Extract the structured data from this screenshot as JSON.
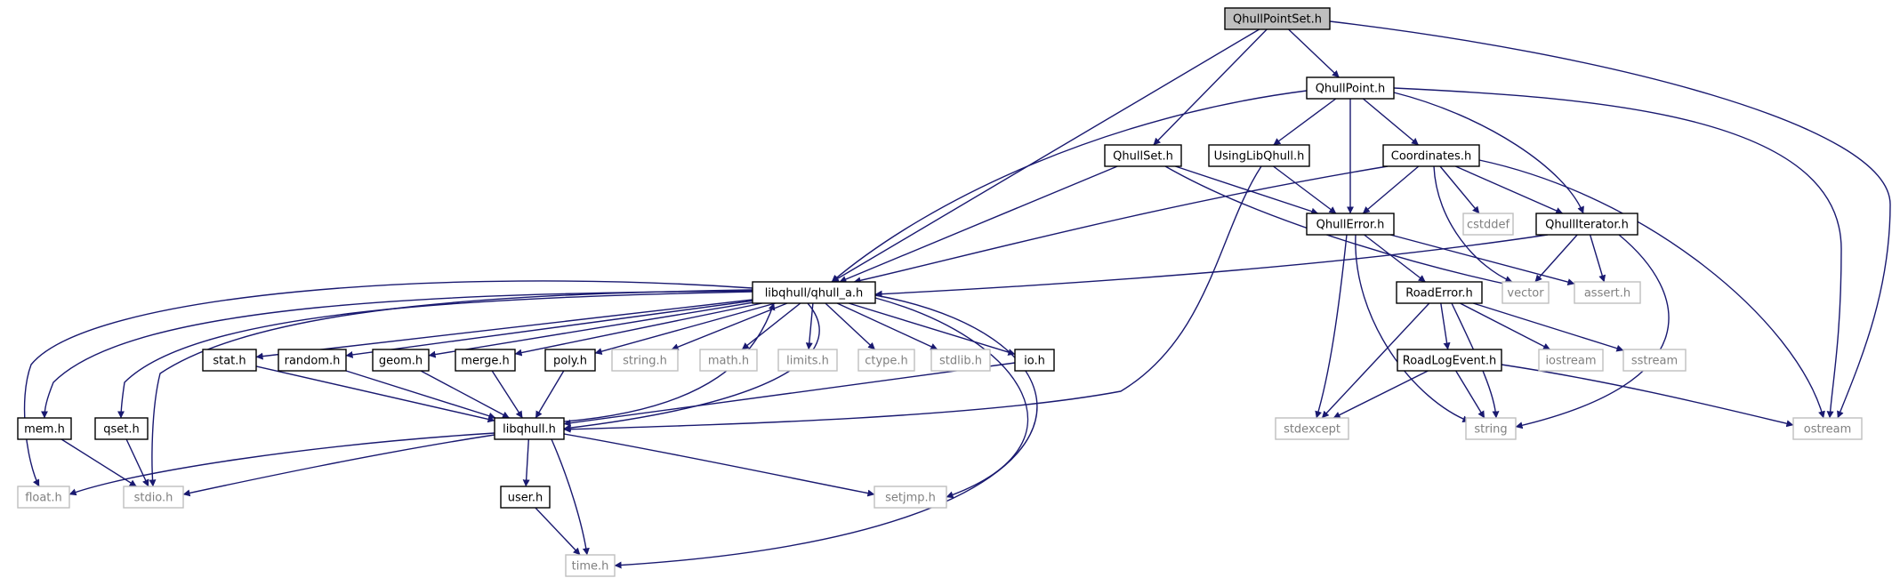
{
  "colors": {
    "edge": "#191970",
    "internal_border": "#000000",
    "external_border": "#bfbfbf",
    "root_fill": "#bfbfbf",
    "node_fill": "#ffffff",
    "internal_text": "#000000",
    "external_text": "#808080"
  },
  "nodes": [
    {
      "id": "QhullPointSet",
      "label": "QhullPointSet.h",
      "kind": "root"
    },
    {
      "id": "QhullPoint",
      "label": "QhullPoint.h",
      "kind": "internal"
    },
    {
      "id": "QhullSet",
      "label": "QhullSet.h",
      "kind": "internal"
    },
    {
      "id": "UsingLibQhull",
      "label": "UsingLibQhull.h",
      "kind": "internal"
    },
    {
      "id": "Coordinates",
      "label": "Coordinates.h",
      "kind": "internal"
    },
    {
      "id": "QhullError",
      "label": "QhullError.h",
      "kind": "internal"
    },
    {
      "id": "cstddef",
      "label": "cstddef",
      "kind": "external"
    },
    {
      "id": "QhullIterator",
      "label": "QhullIterator.h",
      "kind": "internal"
    },
    {
      "id": "qhull_a",
      "label": "libqhull/qhull_a.h",
      "kind": "internal"
    },
    {
      "id": "vector",
      "label": "vector",
      "kind": "external"
    },
    {
      "id": "assert",
      "label": "assert.h",
      "kind": "external"
    },
    {
      "id": "RoadError",
      "label": "RoadError.h",
      "kind": "internal"
    },
    {
      "id": "stat",
      "label": "stat.h",
      "kind": "internal"
    },
    {
      "id": "random",
      "label": "random.h",
      "kind": "internal"
    },
    {
      "id": "geom",
      "label": "geom.h",
      "kind": "internal"
    },
    {
      "id": "merge",
      "label": "merge.h",
      "kind": "internal"
    },
    {
      "id": "poly",
      "label": "poly.h",
      "kind": "internal"
    },
    {
      "id": "string_h",
      "label": "string.h",
      "kind": "external"
    },
    {
      "id": "math",
      "label": "math.h",
      "kind": "external"
    },
    {
      "id": "limits",
      "label": "limits.h",
      "kind": "external"
    },
    {
      "id": "ctype",
      "label": "ctype.h",
      "kind": "external"
    },
    {
      "id": "stdlib",
      "label": "stdlib.h",
      "kind": "external"
    },
    {
      "id": "io",
      "label": "io.h",
      "kind": "internal"
    },
    {
      "id": "RoadLogEvent",
      "label": "RoadLogEvent.h",
      "kind": "internal"
    },
    {
      "id": "iostream",
      "label": "iostream",
      "kind": "external"
    },
    {
      "id": "sstream",
      "label": "sstream",
      "kind": "external"
    },
    {
      "id": "mem",
      "label": "mem.h",
      "kind": "internal"
    },
    {
      "id": "qset",
      "label": "qset.h",
      "kind": "internal"
    },
    {
      "id": "libqhull",
      "label": "libqhull.h",
      "kind": "internal"
    },
    {
      "id": "stdexcept",
      "label": "stdexcept",
      "kind": "external"
    },
    {
      "id": "string",
      "label": "string",
      "kind": "external"
    },
    {
      "id": "ostream",
      "label": "ostream",
      "kind": "external"
    },
    {
      "id": "float",
      "label": "float.h",
      "kind": "external"
    },
    {
      "id": "stdio",
      "label": "stdio.h",
      "kind": "external"
    },
    {
      "id": "setjmp",
      "label": "setjmp.h",
      "kind": "external"
    },
    {
      "id": "user",
      "label": "user.h",
      "kind": "internal"
    },
    {
      "id": "time",
      "label": "time.h",
      "kind": "external"
    }
  ],
  "edges": [
    [
      "QhullPointSet",
      "QhullPoint"
    ],
    [
      "QhullPointSet",
      "QhullSet"
    ],
    [
      "QhullPointSet",
      "qhull_a"
    ],
    [
      "QhullPointSet",
      "ostream"
    ],
    [
      "QhullPoint",
      "qhull_a"
    ],
    [
      "QhullPoint",
      "UsingLibQhull"
    ],
    [
      "QhullPoint",
      "QhullError"
    ],
    [
      "QhullPoint",
      "Coordinates"
    ],
    [
      "QhullPoint",
      "QhullIterator"
    ],
    [
      "QhullPoint",
      "ostream"
    ],
    [
      "QhullSet",
      "qhull_a"
    ],
    [
      "QhullSet",
      "QhullError"
    ],
    [
      "QhullSet",
      "vector"
    ],
    [
      "UsingLibQhull",
      "QhullError"
    ],
    [
      "UsingLibQhull",
      "libqhull"
    ],
    [
      "Coordinates",
      "qhull_a"
    ],
    [
      "Coordinates",
      "QhullError"
    ],
    [
      "Coordinates",
      "cstddef"
    ],
    [
      "Coordinates",
      "QhullIterator"
    ],
    [
      "Coordinates",
      "vector"
    ],
    [
      "Coordinates",
      "ostream"
    ],
    [
      "QhullError",
      "RoadError"
    ],
    [
      "QhullError",
      "assert"
    ],
    [
      "QhullError",
      "stdexcept"
    ],
    [
      "QhullError",
      "string"
    ],
    [
      "QhullIterator",
      "qhull_a"
    ],
    [
      "QhullIterator",
      "vector"
    ],
    [
      "QhullIterator",
      "assert"
    ],
    [
      "QhullIterator",
      "string"
    ],
    [
      "RoadError",
      "RoadLogEvent"
    ],
    [
      "RoadError",
      "iostream"
    ],
    [
      "RoadError",
      "sstream"
    ],
    [
      "RoadError",
      "stdexcept"
    ],
    [
      "RoadError",
      "string"
    ],
    [
      "RoadLogEvent",
      "stdexcept"
    ],
    [
      "RoadLogEvent",
      "string"
    ],
    [
      "RoadLogEvent",
      "ostream"
    ],
    [
      "qhull_a",
      "libqhull"
    ],
    [
      "qhull_a",
      "stat"
    ],
    [
      "qhull_a",
      "random"
    ],
    [
      "qhull_a",
      "geom"
    ],
    [
      "qhull_a",
      "merge"
    ],
    [
      "qhull_a",
      "poly"
    ],
    [
      "qhull_a",
      "string_h"
    ],
    [
      "qhull_a",
      "math"
    ],
    [
      "qhull_a",
      "limits"
    ],
    [
      "qhull_a",
      "ctype"
    ],
    [
      "qhull_a",
      "stdlib"
    ],
    [
      "qhull_a",
      "io"
    ],
    [
      "qhull_a",
      "mem"
    ],
    [
      "qhull_a",
      "qset"
    ],
    [
      "qhull_a",
      "float"
    ],
    [
      "qhull_a",
      "stdio"
    ],
    [
      "qhull_a",
      "setjmp"
    ],
    [
      "qhull_a",
      "time"
    ],
    [
      "stat",
      "libqhull"
    ],
    [
      "random",
      "libqhull"
    ],
    [
      "geom",
      "libqhull"
    ],
    [
      "merge",
      "libqhull"
    ],
    [
      "poly",
      "libqhull"
    ],
    [
      "io",
      "libqhull"
    ],
    [
      "mem",
      "stdio"
    ],
    [
      "qset",
      "stdio"
    ],
    [
      "libqhull",
      "qhull_a"
    ],
    [
      "libqhull",
      "float"
    ],
    [
      "libqhull",
      "stdio"
    ],
    [
      "libqhull",
      "user"
    ],
    [
      "libqhull",
      "setjmp"
    ],
    [
      "libqhull",
      "time"
    ],
    [
      "user",
      "time"
    ]
  ]
}
